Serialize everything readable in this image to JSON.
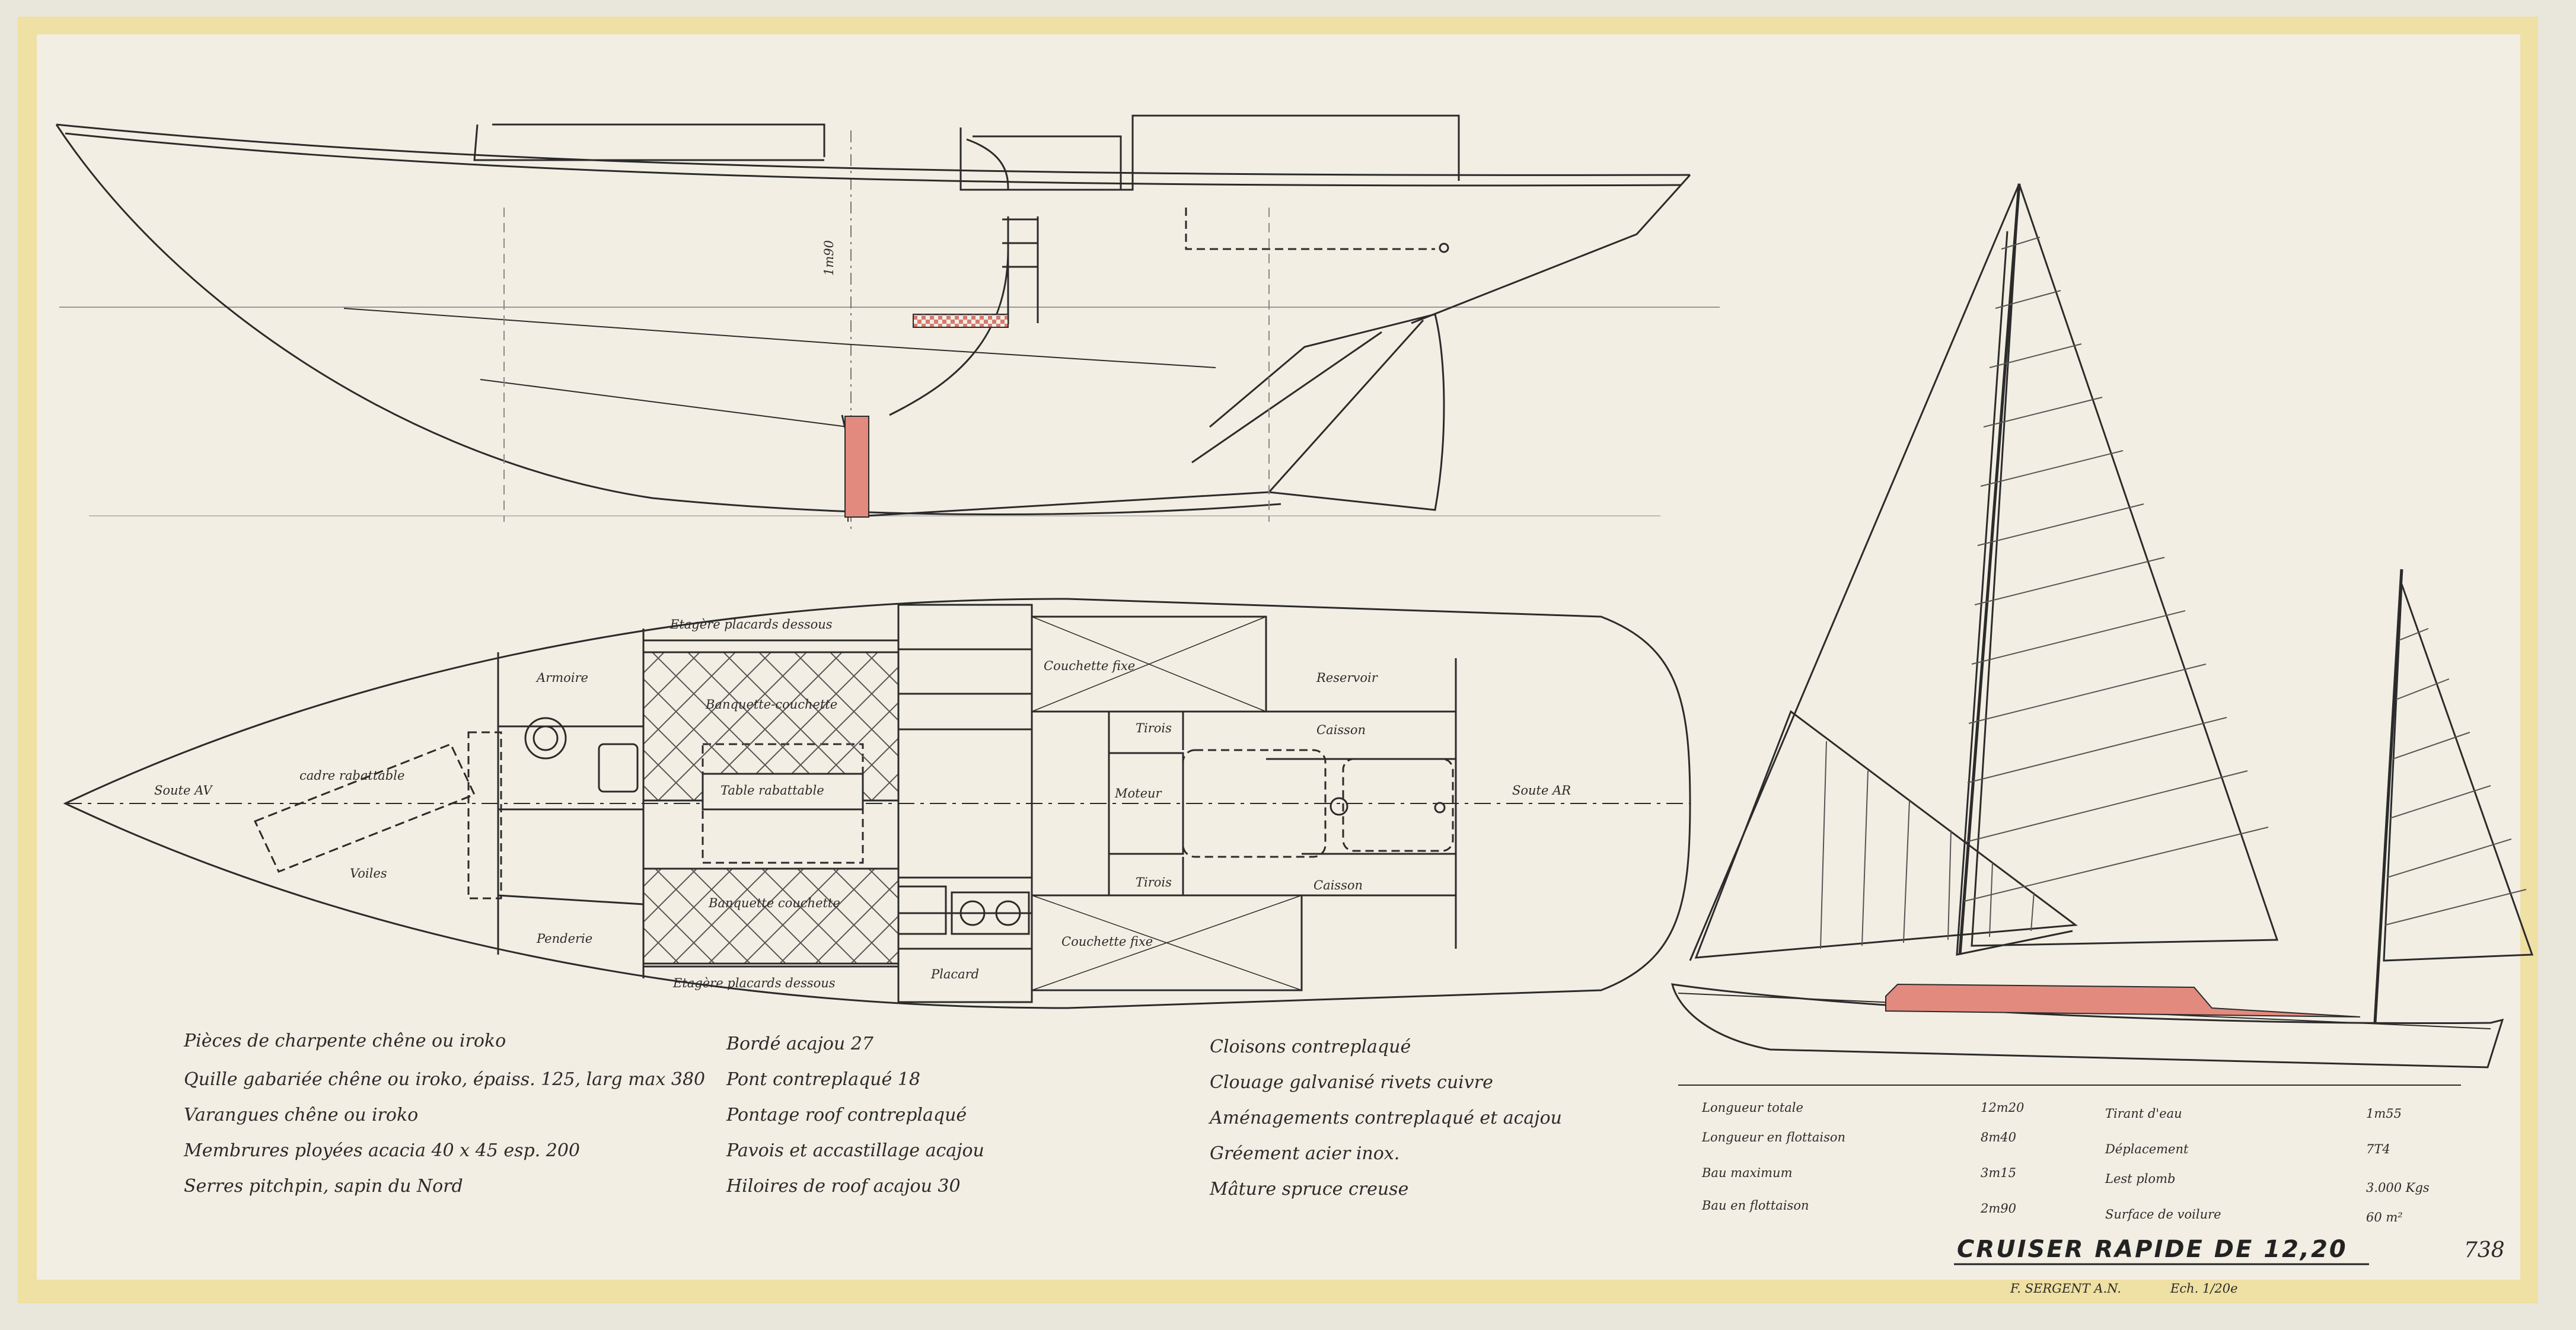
{
  "plan_labels": {
    "etagere_top": "Etagère placards dessous",
    "armoire": "Armoire",
    "banquette_top": "Banquette-couchette",
    "couchette_top": "Couchette fixe",
    "reservoir": "Reservoir",
    "caisson_top": "Caisson",
    "tirois_top": "Tirois",
    "soute_av": "Soute AV",
    "cadre": "cadre rabattable",
    "table": "Table rabattable",
    "moteur": "Moteur",
    "soute_ar": "Soute AR",
    "voiles": "Voiles",
    "tirois_bot": "Tirois",
    "caisson_bot": "Caisson",
    "banquette_bot": "Banquette couchette",
    "penderie": "Penderie",
    "couchette_bot": "Couchette fixe",
    "etagere_bot": "Etagère placards dessous",
    "placard": "Placard"
  },
  "profile_label": "1m90",
  "notes_col1": [
    "Pièces de charpente chêne ou iroko",
    "Quille gabariée chêne ou iroko, épaiss. 125, larg max 380",
    "Varangues chêne ou iroko",
    "Membrures ployées acacia 40 x 45 esp. 200",
    "Serres pitchpin, sapin du Nord"
  ],
  "notes_col2": [
    "Bordé acajou 27",
    "Pont contreplaqué 18",
    "Pontage roof contreplaqué",
    "Pavois et accastillage acajou",
    "Hiloires de roof acajou 30"
  ],
  "notes_col3": [
    "Cloisons contreplaqué",
    "Clouage galvanisé rivets cuivre",
    "Aménagements contreplaqué et acajou",
    "Gréement acier inox.",
    "Mâture spruce creuse"
  ],
  "specs_left": [
    {
      "label": "Longueur totale",
      "value": "12m20"
    },
    {
      "label": "Longueur en flottaison",
      "value": "8m40"
    },
    {
      "label": "Bau maximum",
      "value": "3m15"
    },
    {
      "label": "Bau en flottaison",
      "value": "2m90"
    }
  ],
  "specs_right": [
    {
      "label": "Tirant d'eau",
      "value": "1m55"
    },
    {
      "label": "Déplacement",
      "value": "7T4"
    },
    {
      "label": "Lest plomb",
      "value": "3.000 Kgs"
    },
    {
      "label": "Surface de voilure",
      "value": "60 m²"
    }
  ],
  "title": "CRUISER RAPIDE DE 12,20",
  "author": "F. SERGENT A.N.",
  "scale": "Ech. 1/20e",
  "sheet_number": "738",
  "colors": {
    "paper": "#f3eee3",
    "border_yellow": "#efe0a3",
    "ink": "#2b2b2b",
    "red_wash": "#e38a7e"
  }
}
